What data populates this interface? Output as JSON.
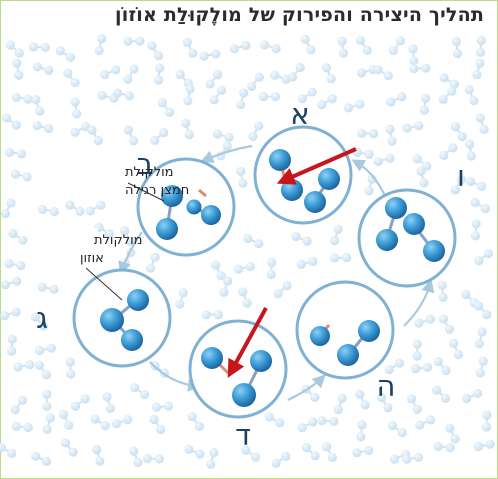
{
  "title": "תהליך היצירה והפירוק של מולֶקוּלַת אוֹזוֹן",
  "stages": {
    "a": "א",
    "b": "ב",
    "g": "ג",
    "d": "ד",
    "h": "ה",
    "v": "ו"
  },
  "callouts": {
    "oxygen_line1": "מולקולת",
    "oxygen_line2": "חמצן רגילה",
    "ozone_line1": "מולקולת",
    "ozone_line2": "אוזון"
  },
  "colors": {
    "ring": "#7fb1d3",
    "ring_fill": "#ffffff",
    "background_molecule": "#cfe3f1",
    "molecule_dark": "#1b6fae",
    "molecule_light": "#5ab3e4",
    "radiation_arrow": "#c8171c",
    "cycle_arrow": "#a9c9df",
    "title_text": "#2b2b2b",
    "stage_letter": "#1c3f66",
    "frame_border": "#b8dc8a"
  }
}
